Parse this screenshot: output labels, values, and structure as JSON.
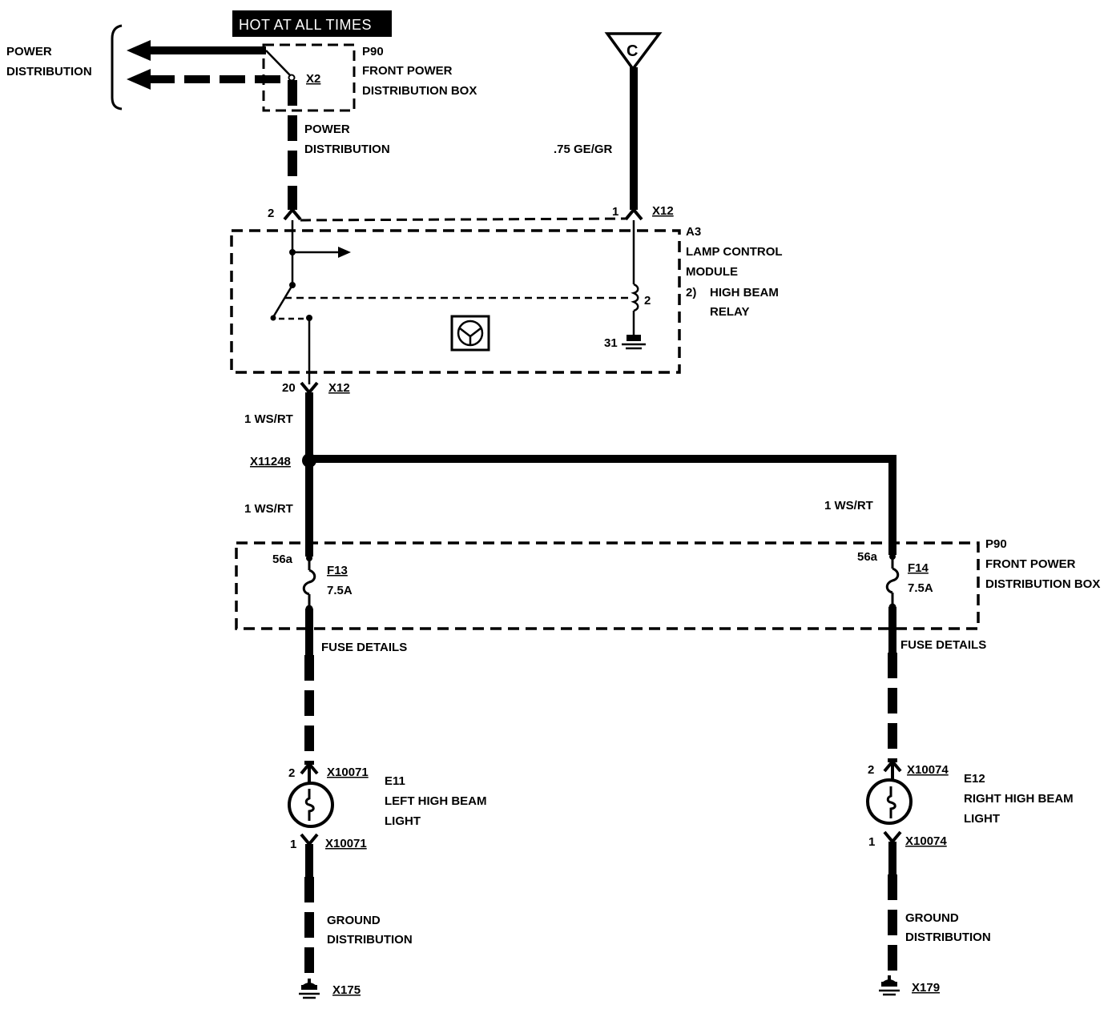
{
  "header": {
    "hot_label": "HOT AT ALL TIMES"
  },
  "top_left": {
    "power_dist_line1": "POWER",
    "power_dist_line2": "DISTRIBUTION",
    "box_id": "P90",
    "box_line1": "FRONT POWER",
    "box_line2": "DISTRIBUTION BOX",
    "connector": "X2",
    "below_line1": "POWER",
    "below_line2": "DISTRIBUTION"
  },
  "top_right": {
    "ref_letter": "C",
    "wire": ".75 GE/GR",
    "pin": "1",
    "connector": "X12"
  },
  "module": {
    "input_pin": "2",
    "id": "A3",
    "line1": "LAMP CONTROL",
    "line2": "MODULE",
    "item_num": "2)",
    "item_line1": "HIGH BEAM",
    "item_line2": "RELAY",
    "coil_pin": "2",
    "ground_pin": "31",
    "output_pin": "20",
    "output_connector": "X12"
  },
  "wires": {
    "upper": "1 WS/RT",
    "lower_left": "1 WS/RT",
    "right": "1 WS/RT",
    "splice": "X11248"
  },
  "fusebox": {
    "id": "P90",
    "line1": "FRONT POWER",
    "line2": "DISTRIBUTION BOX",
    "left_terminal": "56a",
    "left_fuse": "F13",
    "left_rating": "7.5A",
    "right_terminal": "56a",
    "right_fuse": "F14",
    "right_rating": "7.5A",
    "left_details": "FUSE DETAILS",
    "right_details": "FUSE DETAILS"
  },
  "left_light": {
    "pin_top": "2",
    "conn_top": "X10071",
    "id": "E11",
    "line1": "LEFT HIGH BEAM",
    "line2": "LIGHT",
    "pin_bottom": "1",
    "conn_bottom": "X10071",
    "ground_line1": "GROUND",
    "ground_line2": "DISTRIBUTION",
    "ground_id": "X175"
  },
  "right_light": {
    "pin_top": "2",
    "conn_top": "X10074",
    "id": "E12",
    "line1": "RIGHT HIGH BEAM",
    "line2": "LIGHT",
    "pin_bottom": "1",
    "conn_bottom": "X10074",
    "ground_line1": "GROUND",
    "ground_line2": "DISTRIBUTION",
    "ground_id": "X179"
  }
}
